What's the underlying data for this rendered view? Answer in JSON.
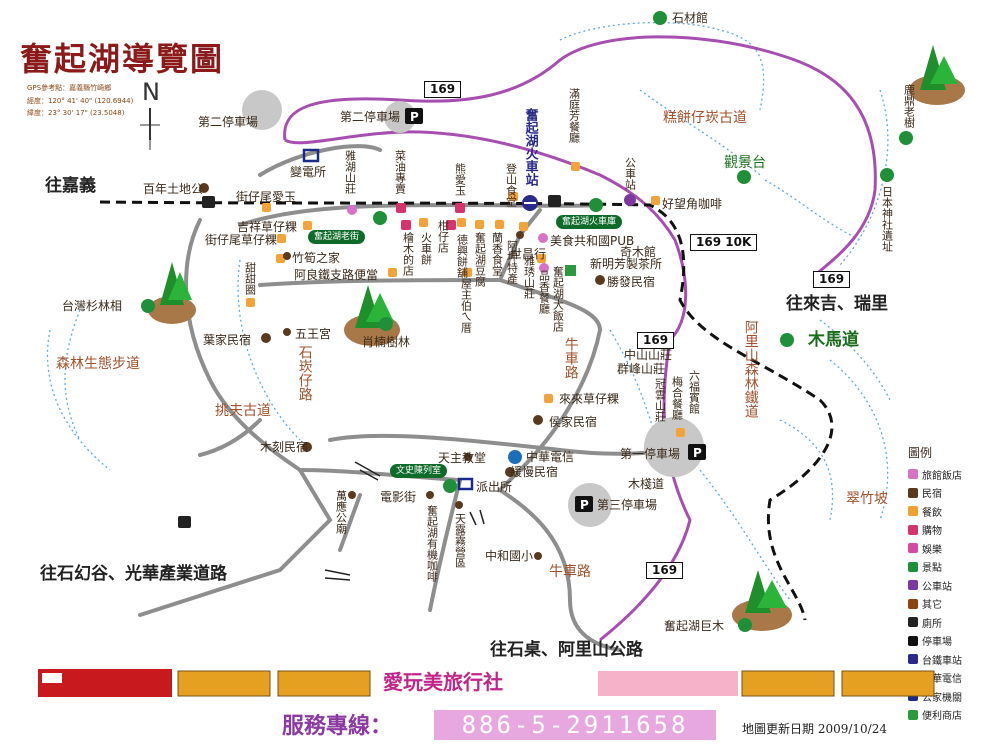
{
  "title": "奮起湖導覽圖",
  "gps": {
    "ref": "GPS參考點：嘉義縣竹崎鄉",
    "lon": "經度：120° 41' 40\" (120.6944)",
    "lat": "緯度：23° 30' 17\" (23.5048)"
  },
  "north": "N",
  "highways": {
    "h1": "169",
    "h2": "169",
    "h3": "169",
    "h4": "169",
    "h5": "169",
    "h5_km": "10K"
  },
  "tags": {
    "old_street": "奮起湖老街",
    "depot": "奮起湖火車庫",
    "museum": "文史陳列室"
  },
  "places": {
    "stone_museum": "石材館",
    "parking2_a": "第二停車場",
    "parking2_b": "第二停車場",
    "substation": "變電所",
    "xiuhu": "雅湖山莊",
    "caiyou": "菜油專賣",
    "xiongai": "熊愛玉",
    "dengshan": "登山食堂",
    "manting": "滿庭芳餐廳",
    "station": "奮起湖火車站",
    "bus": "公車站",
    "haowangjiao": "好望角咖啡",
    "gaobing": "糕餅仔崁古道",
    "guanjing": "觀景台",
    "luding": "鹿鼎老樹",
    "shrine": "日本神社遺址",
    "to_chiayi": "往嘉義",
    "tudigong": "百年土地公",
    "aiyu": "街仔尾愛玉",
    "jixiang": "吉祥草仔粿",
    "jiewei_cao": "街仔尾草仔粿",
    "zhusun": "竹筍之家",
    "alishan_store": "阿良鐵支路便當",
    "tiantian": "甜甜圈",
    "kuaimu": "檜木的店",
    "huoche_bing": "火車餅",
    "ganzai": "柑仔店",
    "dezheng": "德興餅舖",
    "fenqi_doufu": "奮起湖豆腐",
    "lanxiang": "蘭香食堂",
    "akun": "阿坤特產",
    "shichangxing": "世昌行",
    "yaxiu": "雅琇山莊",
    "pinxiang": "品香餐廳",
    "hotel": "奮起湖大飯店",
    "meishi_pub": "美食共和國PUB",
    "qimuguan": "奇木館",
    "xinming": "新明芳製茶所",
    "shengfa": "勝發民宿",
    "laihuoche": "屋主伯ㄟ厝",
    "taiwan_shan": "台灣杉林相",
    "xiaonan": "肖楠樹林",
    "forest_trail": "森林生態步道",
    "yejia": "葉家民宿",
    "wuwang": "五王宮",
    "shicenzi": "石崁仔路",
    "tiaofu": "挑夫古道",
    "niuche_v": "牛車路",
    "laolai": "來來草仔粿",
    "houjia": "侯家民宿",
    "zhongshan": "中山山莊",
    "qunfeng": "群峰山莊",
    "guanyun": "冠雲山莊",
    "meihe": "梅合餐廳",
    "liufu": "六福賓館",
    "alishan_rail": "阿里山森林鐵道",
    "to_laiji": "往來吉、瑞里",
    "mumadao": "木馬道",
    "cuizhupo": "翠竹坡",
    "parking1": "第一停車場",
    "muzhandao": "木棧道",
    "mukeminsu": "木刻民宿",
    "tianzhu": "天主教堂",
    "zhonghua_tel": "中華電信",
    "yuanman": "緩慢民宿",
    "paichusuo": "派出所",
    "dianying": "電影街",
    "wanying": "萬應公廟",
    "youji": "奮起湖有機咖啡",
    "tianlu": "天露霧營區",
    "parking3": "第三停車場",
    "zhonghe_school": "中和國小",
    "niuche_h": "牛車路",
    "to_shihuan": "往石幻谷、光華產業道路",
    "juwood": "奮起湖巨木",
    "to_shizhuo": "往石桌、阿里山公路"
  },
  "legend": {
    "title": "圖例",
    "items": [
      {
        "label": "旅館飯店",
        "color": "#d773c6"
      },
      {
        "label": "民宿",
        "color": "#5a3a1e"
      },
      {
        "label": "餐飲",
        "color": "#f0a030"
      },
      {
        "label": "購物",
        "color": "#d6336c"
      },
      {
        "label": "娛樂",
        "color": "#d44aa0"
      },
      {
        "label": "景點",
        "color": "#1f8f3a"
      },
      {
        "label": "公車站",
        "color": "#7a3aa0"
      },
      {
        "label": "其它",
        "color": "#8b4513"
      },
      {
        "label": "廁所",
        "color": "#222222"
      },
      {
        "label": "停車場",
        "color": "#111111"
      },
      {
        "label": "台鐵車站",
        "color": "#2a2a88"
      },
      {
        "label": "中華電信",
        "color": "#1c6fb8"
      },
      {
        "label": "公家機關",
        "color": "#1a2a88"
      },
      {
        "label": "便利商店",
        "color": "#2c9a3c"
      }
    ]
  },
  "banner": {
    "agency": "愛玩美旅行社"
  },
  "service": {
    "label": "服務專線：",
    "phone": "886-5-2911658"
  },
  "update": "地圖更新日期 2009/10/24"
}
